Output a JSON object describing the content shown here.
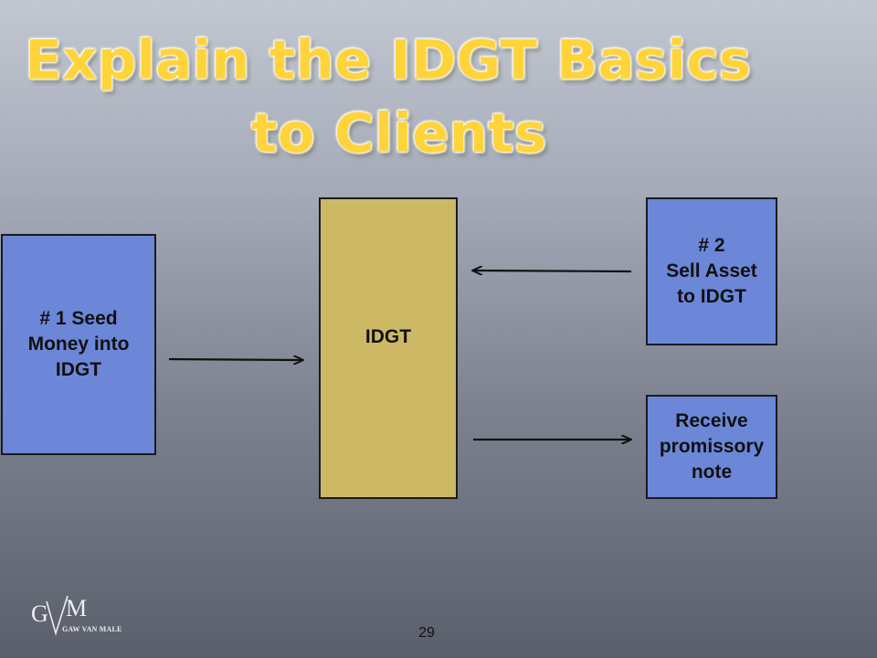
{
  "slide": {
    "title_line_1": "Explain the IDGT Basics",
    "title_line_2": "to Clients",
    "page_number": "29"
  },
  "boxes": {
    "seed": "# 1 Seed\nMoney into\nIDGT",
    "idgt": "IDGT",
    "sell": "# 2\nSell Asset\nto IDGT",
    "note": "Receive\npromissory\nnote"
  },
  "logo": {
    "monogram": "G",
    "monogram_2": "M",
    "wordmark": "GAW VAN MALE"
  },
  "colors": {
    "title": "#ffd43a",
    "blue_box": "#6c87d8",
    "idgt_box": "#cdb866"
  }
}
